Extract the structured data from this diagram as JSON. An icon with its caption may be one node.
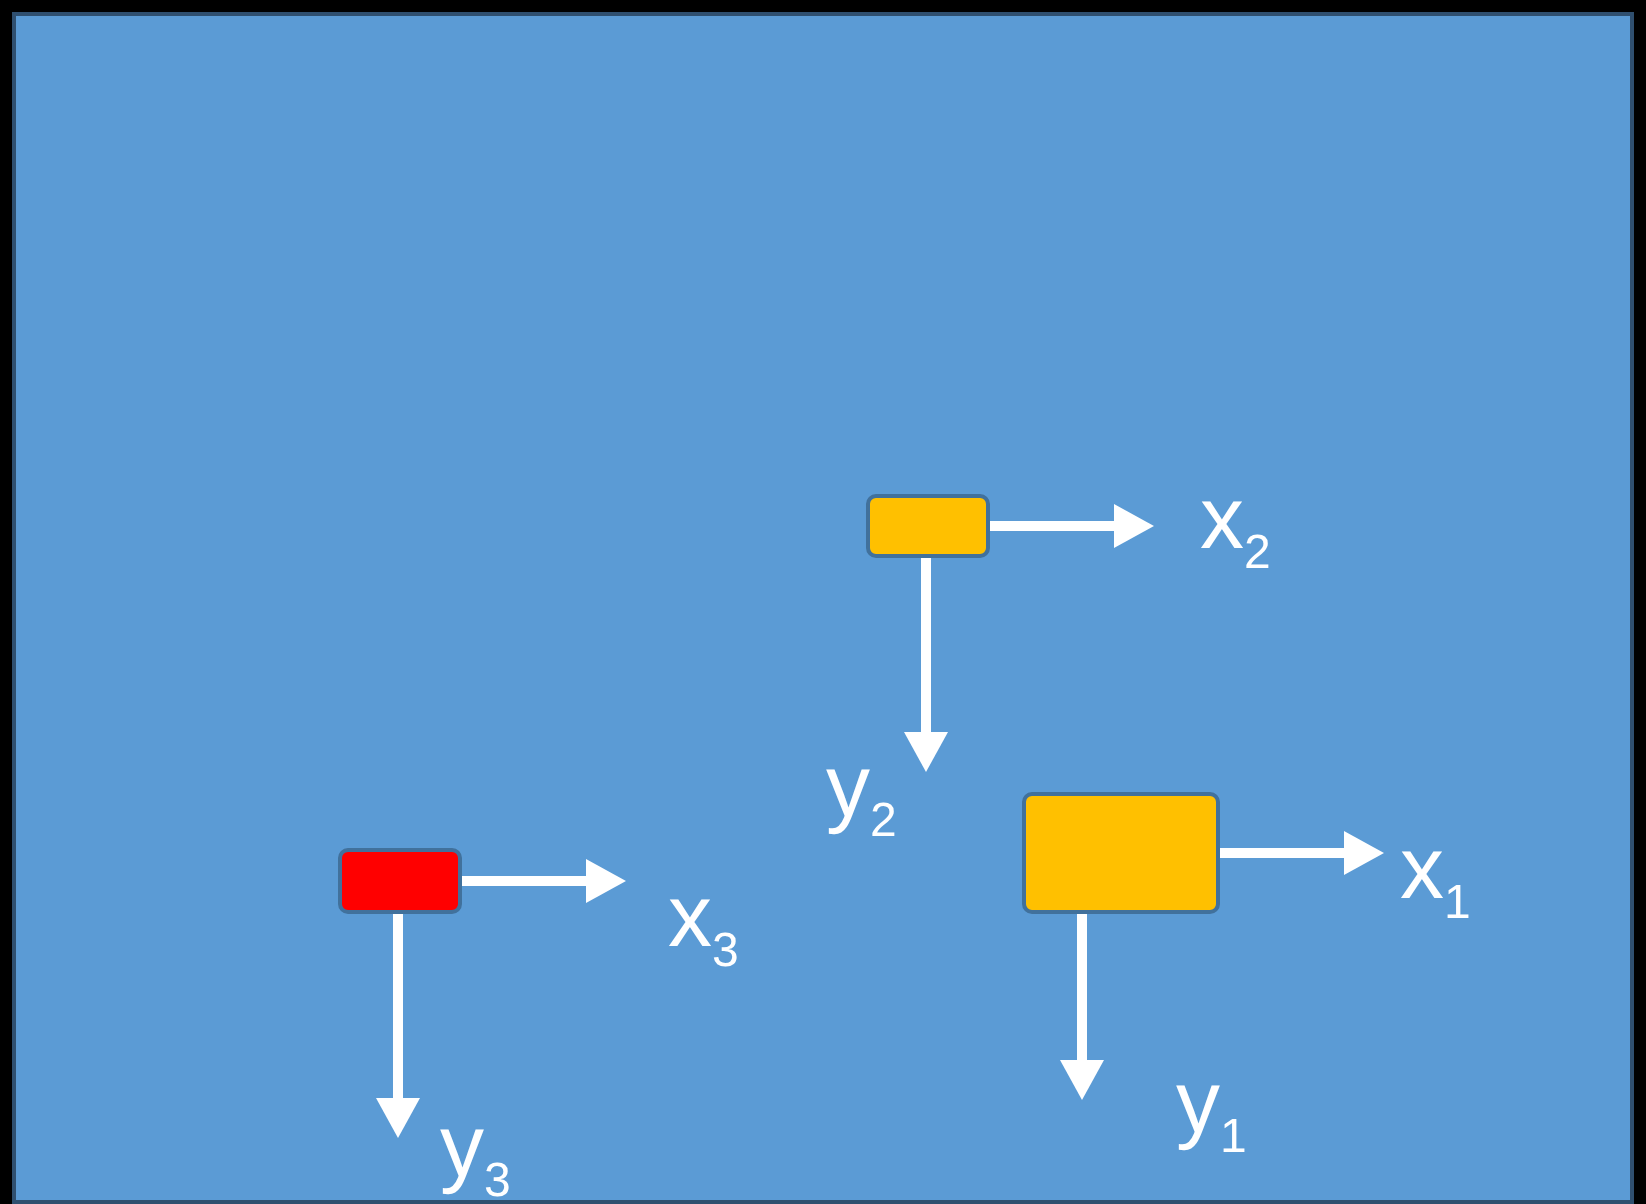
{
  "diagram": {
    "nodes": [
      {
        "text": [],
        "shape": "box"
      },
      {
        "text": [],
        "shape": "box"
      },
      {
        "text": [],
        "shape": "box"
      }
    ],
    "labels": [
      "x$_{2}$",
      "y$_{2}$",
      "x$_{1}$",
      "x$_{3}$",
      "y$_{1}$",
      "y$_{3}$"
    ]
  }
}
